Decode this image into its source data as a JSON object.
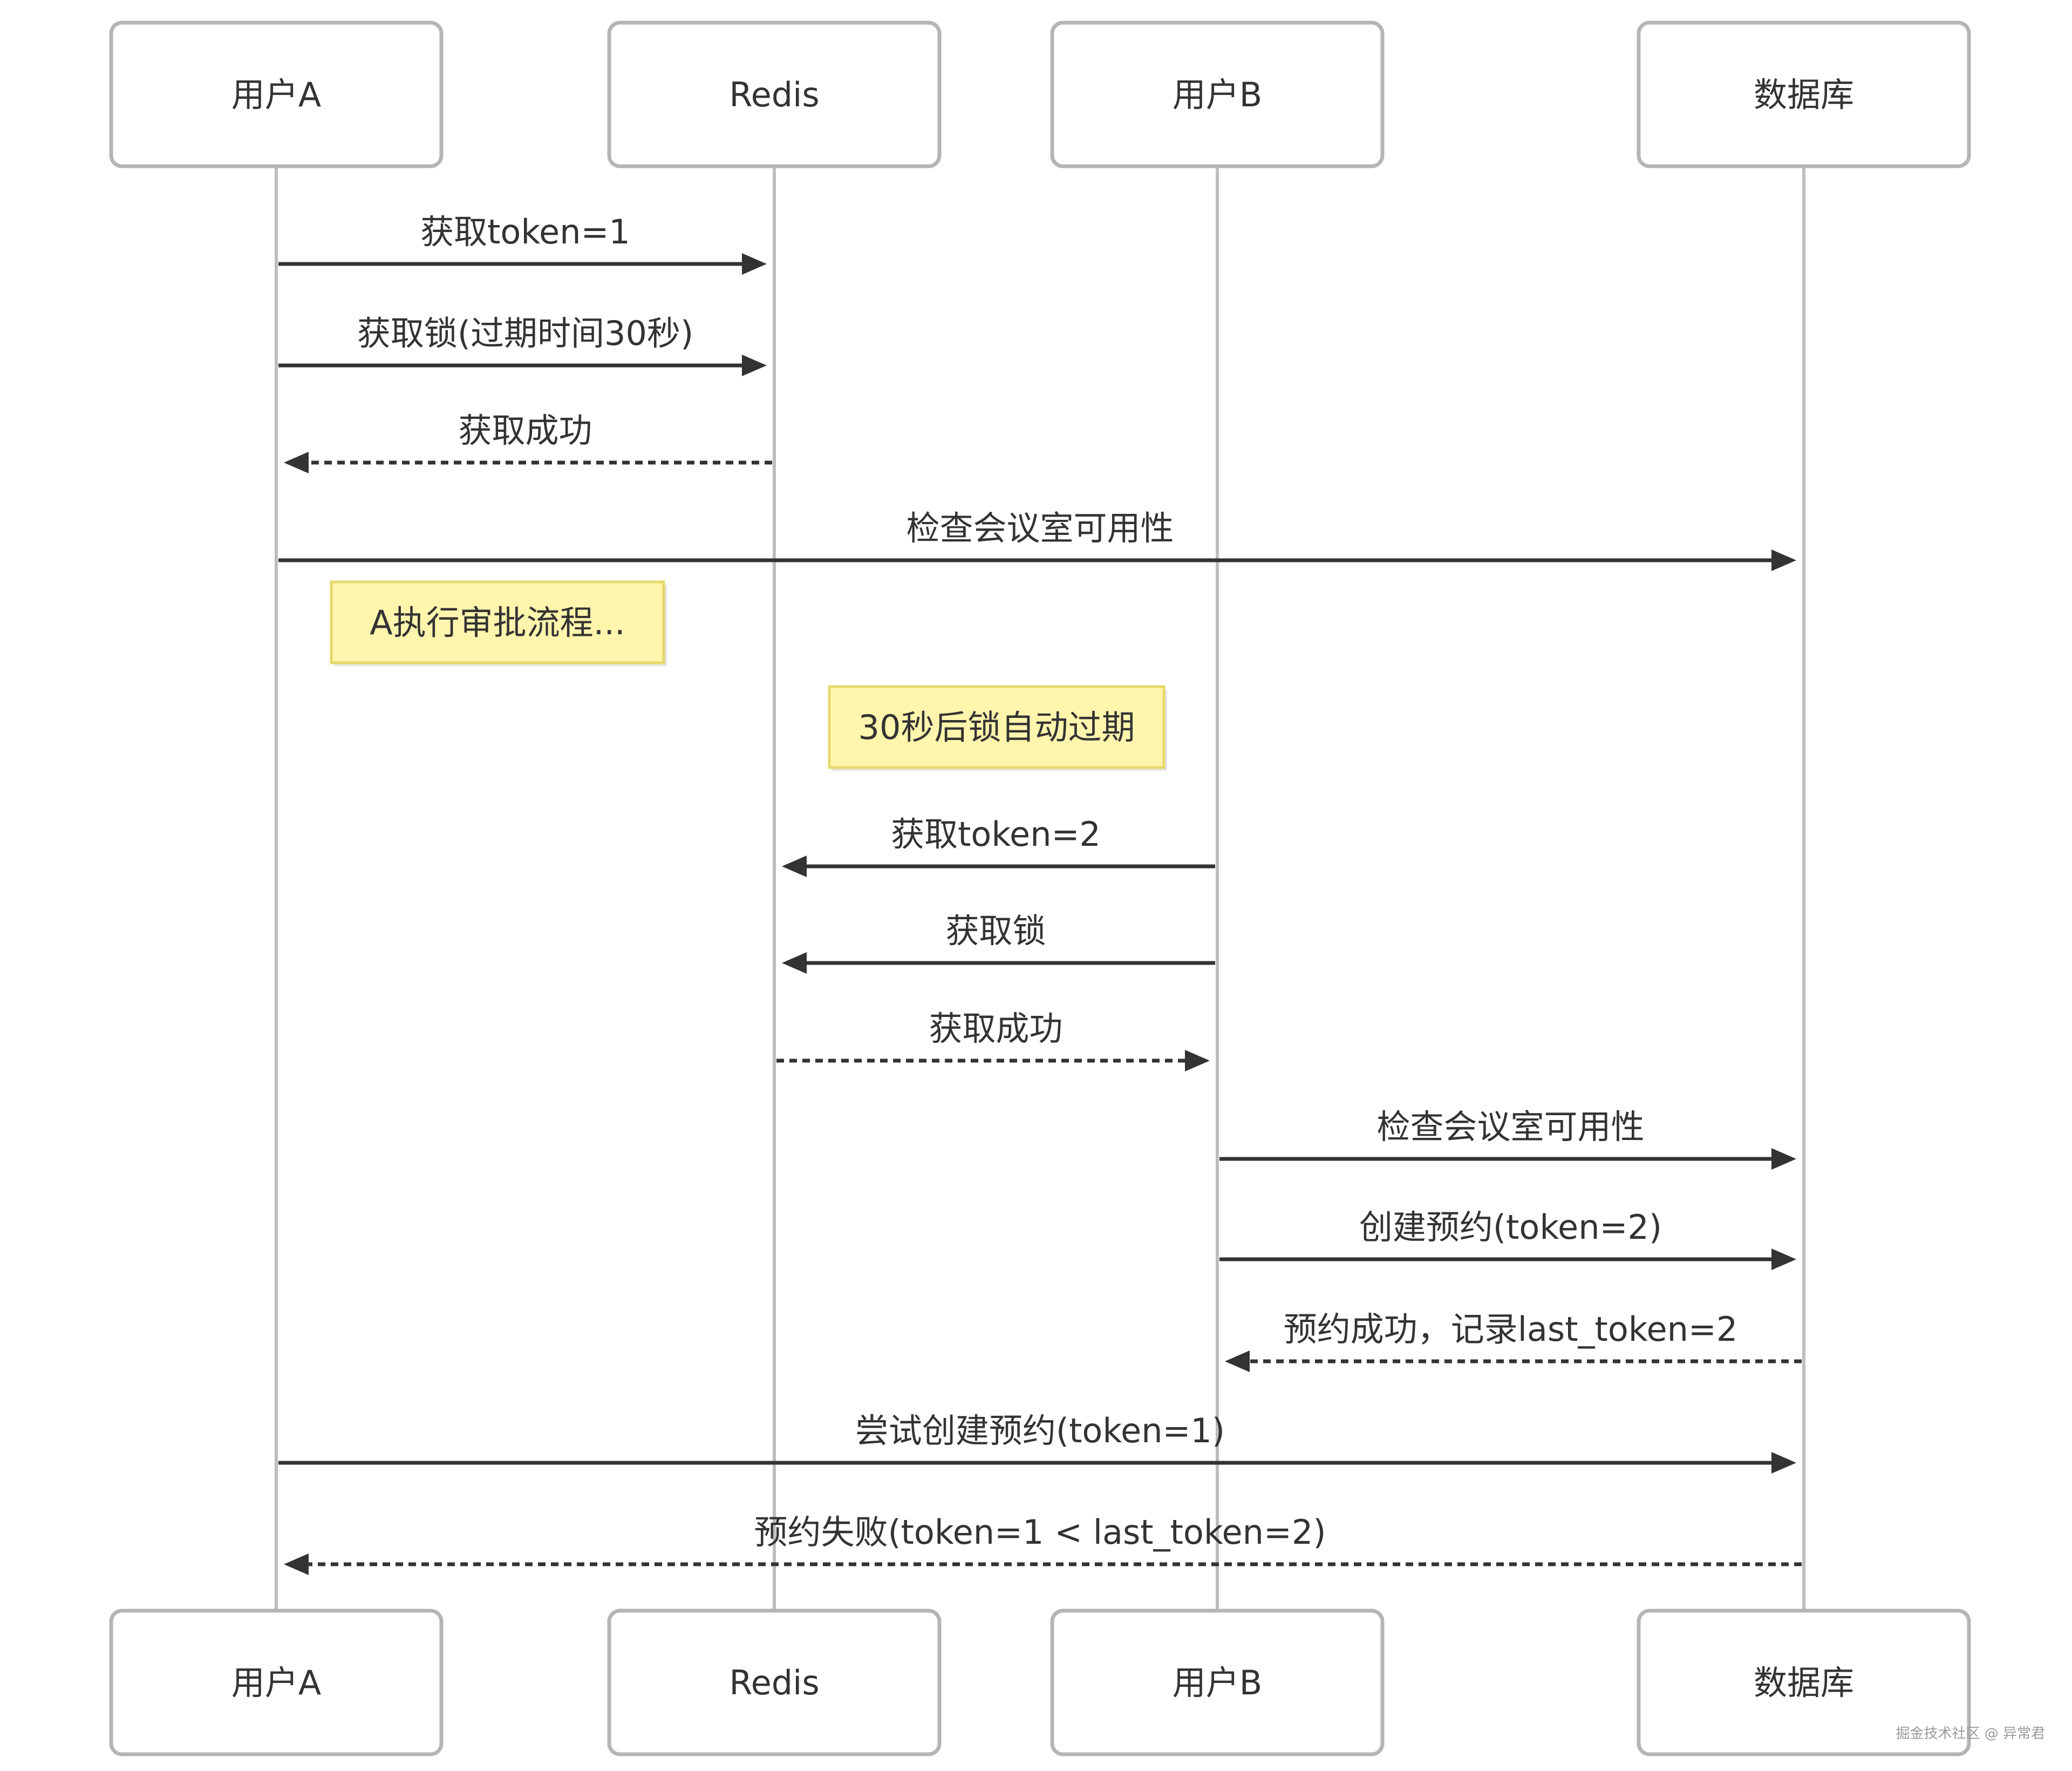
{
  "participants": [
    "用户A",
    "Redis",
    "用户B",
    "数据库"
  ],
  "messages": [
    {
      "from": 0,
      "to": 1,
      "text": "获取token=1",
      "dashed": false
    },
    {
      "from": 0,
      "to": 1,
      "text": "获取锁(过期时间30秒)",
      "dashed": false
    },
    {
      "from": 1,
      "to": 0,
      "text": "获取成功",
      "dashed": true
    },
    {
      "from": 0,
      "to": 3,
      "text": "检查会议室可用性",
      "dashed": false
    },
    {
      "from": 2,
      "to": 1,
      "text": "获取token=2",
      "dashed": false
    },
    {
      "from": 2,
      "to": 1,
      "text": "获取锁",
      "dashed": false
    },
    {
      "from": 1,
      "to": 2,
      "text": "获取成功",
      "dashed": true
    },
    {
      "from": 2,
      "to": 3,
      "text": "检查会议室可用性",
      "dashed": false
    },
    {
      "from": 2,
      "to": 3,
      "text": "创建预约(token=2)",
      "dashed": false
    },
    {
      "from": 3,
      "to": 2,
      "text": "预约成功，记录last_token=2",
      "dashed": true
    },
    {
      "from": 0,
      "to": 3,
      "text": "尝试创建预约(token=1)",
      "dashed": false
    },
    {
      "from": 3,
      "to": 0,
      "text": "预约失败(token=1 < last_token=2)",
      "dashed": true
    }
  ],
  "notes": [
    {
      "over": 0,
      "text": "A执行审批流程..."
    },
    {
      "over": 1,
      "text": "30秒后锁自动过期"
    }
  ],
  "watermark": "掘金技术社区 @ 异常君",
  "colors": {
    "note_fill": "#fff5ad",
    "note_border": "#e6d86a",
    "line": "#333333",
    "lifeline": "#bdbdbd",
    "box_border": "#b5b5b5"
  }
}
